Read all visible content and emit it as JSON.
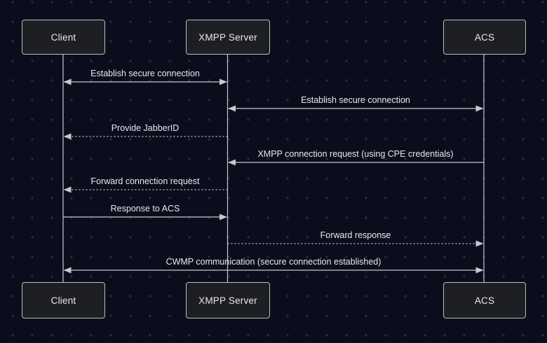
{
  "colors": {
    "background": "#0a0e1c",
    "dot": "#242b3c",
    "box_fill": "#1e1f22",
    "box_border": "#b9bdc2",
    "line": "#c7c9cc",
    "text": "#e8eaed"
  },
  "actors": [
    {
      "label": "Client"
    },
    {
      "label": "XMPP Server"
    },
    {
      "label": "ACS"
    }
  ],
  "messages": [
    {
      "label": "Establish secure connection",
      "from": "Client",
      "to": "XMPP Server",
      "line_style": "solid",
      "arrows": "both"
    },
    {
      "label": "Establish secure connection",
      "from": "XMPP Server",
      "to": "ACS",
      "line_style": "solid",
      "arrows": "both"
    },
    {
      "label": "Provide JabberID",
      "from": "XMPP Server",
      "to": "Client",
      "line_style": "dotted",
      "arrows": "end"
    },
    {
      "label": "XMPP connection request (using CPE credentials)",
      "from": "ACS",
      "to": "XMPP Server",
      "line_style": "solid",
      "arrows": "end"
    },
    {
      "label": "Forward connection request",
      "from": "XMPP Server",
      "to": "Client",
      "line_style": "dotted",
      "arrows": "end"
    },
    {
      "label": "Response to ACS",
      "from": "Client",
      "to": "XMPP Server",
      "line_style": "solid",
      "arrows": "end"
    },
    {
      "label": "Forward response",
      "from": "XMPP Server",
      "to": "ACS",
      "line_style": "dotted",
      "arrows": "end"
    },
    {
      "label": "CWMP communication (secure connection established)",
      "from": "Client",
      "to": "ACS",
      "line_style": "solid",
      "arrows": "both"
    }
  ]
}
